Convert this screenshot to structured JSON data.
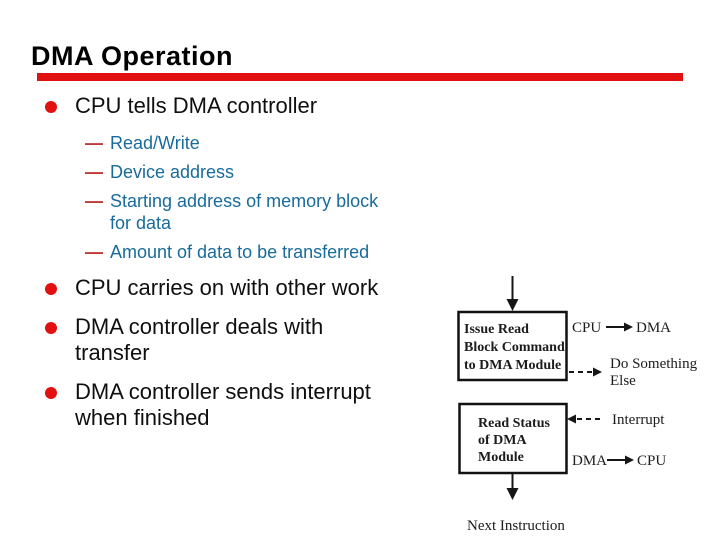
{
  "slide": {
    "title": "DMA Operation",
    "accent_color": "#e21111",
    "sub_marker": "—",
    "sub_color": "#186b9a",
    "bullets": [
      {
        "text": "CPU tells DMA controller",
        "sub": [
          "Read/Write",
          "Device address",
          "Starting address of memory block\nfor data",
          "Amount of data to be transferred"
        ]
      },
      {
        "text": "CPU carries on with other work"
      },
      {
        "text": "DMA controller deals with\ntransfer"
      },
      {
        "text": "DMA controller sends interrupt\nwhen finished"
      }
    ]
  },
  "diagram": {
    "box1_lines": [
      "Issue Read",
      "Block Command",
      "to DMA Module"
    ],
    "box2_lines": [
      "Read Status",
      "of DMA",
      "Module"
    ],
    "cpu_to_dma": {
      "from": "CPU",
      "to": "DMA"
    },
    "do_something_lines": [
      "Do Something",
      "Else"
    ],
    "interrupt_label": "Interrupt",
    "dma_to_cpu": {
      "from": "DMA",
      "to": "CPU"
    },
    "next_instruction": "Next Instruction"
  }
}
